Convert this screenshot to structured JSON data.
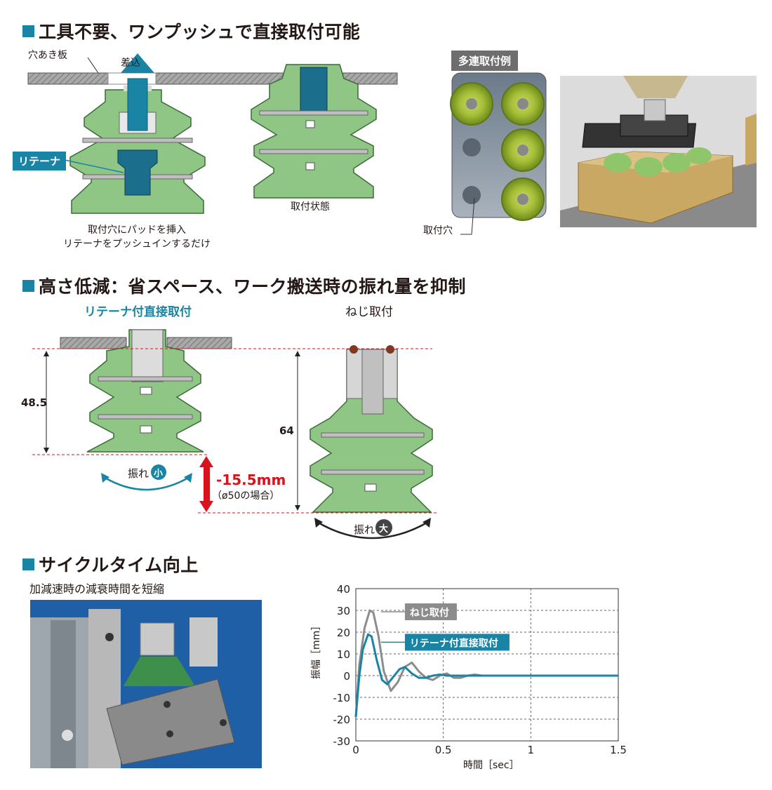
{
  "sections": {
    "s1_title": "工具不要、ワンプッシュで直接取付可能",
    "s2_title": "高さ低減：省スペース、ワーク搬送時の振れ量を抑制",
    "s3_title": "サイクルタイム向上"
  },
  "s1": {
    "plate_label": "穴あき板",
    "insert_label": "差込",
    "retainer_tag": "リテーナ",
    "caption_line1": "取付穴にパッドを挿入",
    "caption_line2": "リテーナをプッシュインするだけ",
    "mounted_label": "取付状態",
    "multi_tag": "多連取付例",
    "hole_label": "取付穴"
  },
  "s2": {
    "left_title": "リテーナ付直接取付",
    "right_title": "ねじ取付",
    "height_left": "48.5",
    "height_right": "64",
    "swing_label": "振れ",
    "swing_small": "小",
    "swing_large": "大",
    "reduction": "-15.5mm",
    "reduction_note": "（ø50の場合）"
  },
  "s3": {
    "subtitle": "加減速時の減衰時間を短縮"
  },
  "colors": {
    "accent": "#1a84a4",
    "pad_green": "#8fc585",
    "pad_outline": "#3c6a38",
    "red": "#d7141e",
    "gray_line": "#8c8c8c"
  },
  "chart_data": {
    "type": "line",
    "xlabel": "時間［sec］",
    "ylabel": "振幅［mm］",
    "xlim": [
      0,
      1.5
    ],
    "ylim": [
      -30,
      40
    ],
    "xticks": [
      "0",
      "0.5",
      "1",
      "1.5"
    ],
    "yticks": [
      "40",
      "30",
      "20",
      "10",
      "0",
      "-10",
      "-20",
      "-30"
    ],
    "grid": true,
    "series": [
      {
        "name": "ねじ取付",
        "color": "#8c8c8c",
        "x": [
          0,
          0.02,
          0.05,
          0.08,
          0.1,
          0.13,
          0.16,
          0.2,
          0.24,
          0.28,
          0.32,
          0.36,
          0.4,
          0.44,
          0.48,
          0.52,
          0.56,
          0.6,
          0.64,
          0.68,
          0.72,
          0.76,
          0.8,
          0.9,
          1.5
        ],
        "y": [
          -19,
          5,
          22,
          30,
          29,
          18,
          2,
          -7,
          -3,
          4,
          6,
          2,
          -1,
          -2,
          0,
          1,
          -1,
          -1,
          0,
          0.5,
          0,
          0,
          0,
          0,
          0
        ]
      },
      {
        "name": "リテーナ付直接取付",
        "color": "#1a84a4",
        "x": [
          0,
          0.02,
          0.04,
          0.07,
          0.09,
          0.12,
          0.15,
          0.18,
          0.21,
          0.25,
          0.28,
          0.32,
          0.36,
          0.4,
          0.44,
          0.48,
          0.52,
          0.6,
          0.7,
          0.8,
          1.0,
          1.5
        ],
        "y": [
          -19,
          0,
          12,
          19,
          18,
          7,
          -2,
          -4,
          -1,
          3,
          4,
          1,
          -1,
          -1,
          0,
          0.5,
          0,
          0,
          0,
          0,
          0,
          0
        ]
      }
    ]
  }
}
